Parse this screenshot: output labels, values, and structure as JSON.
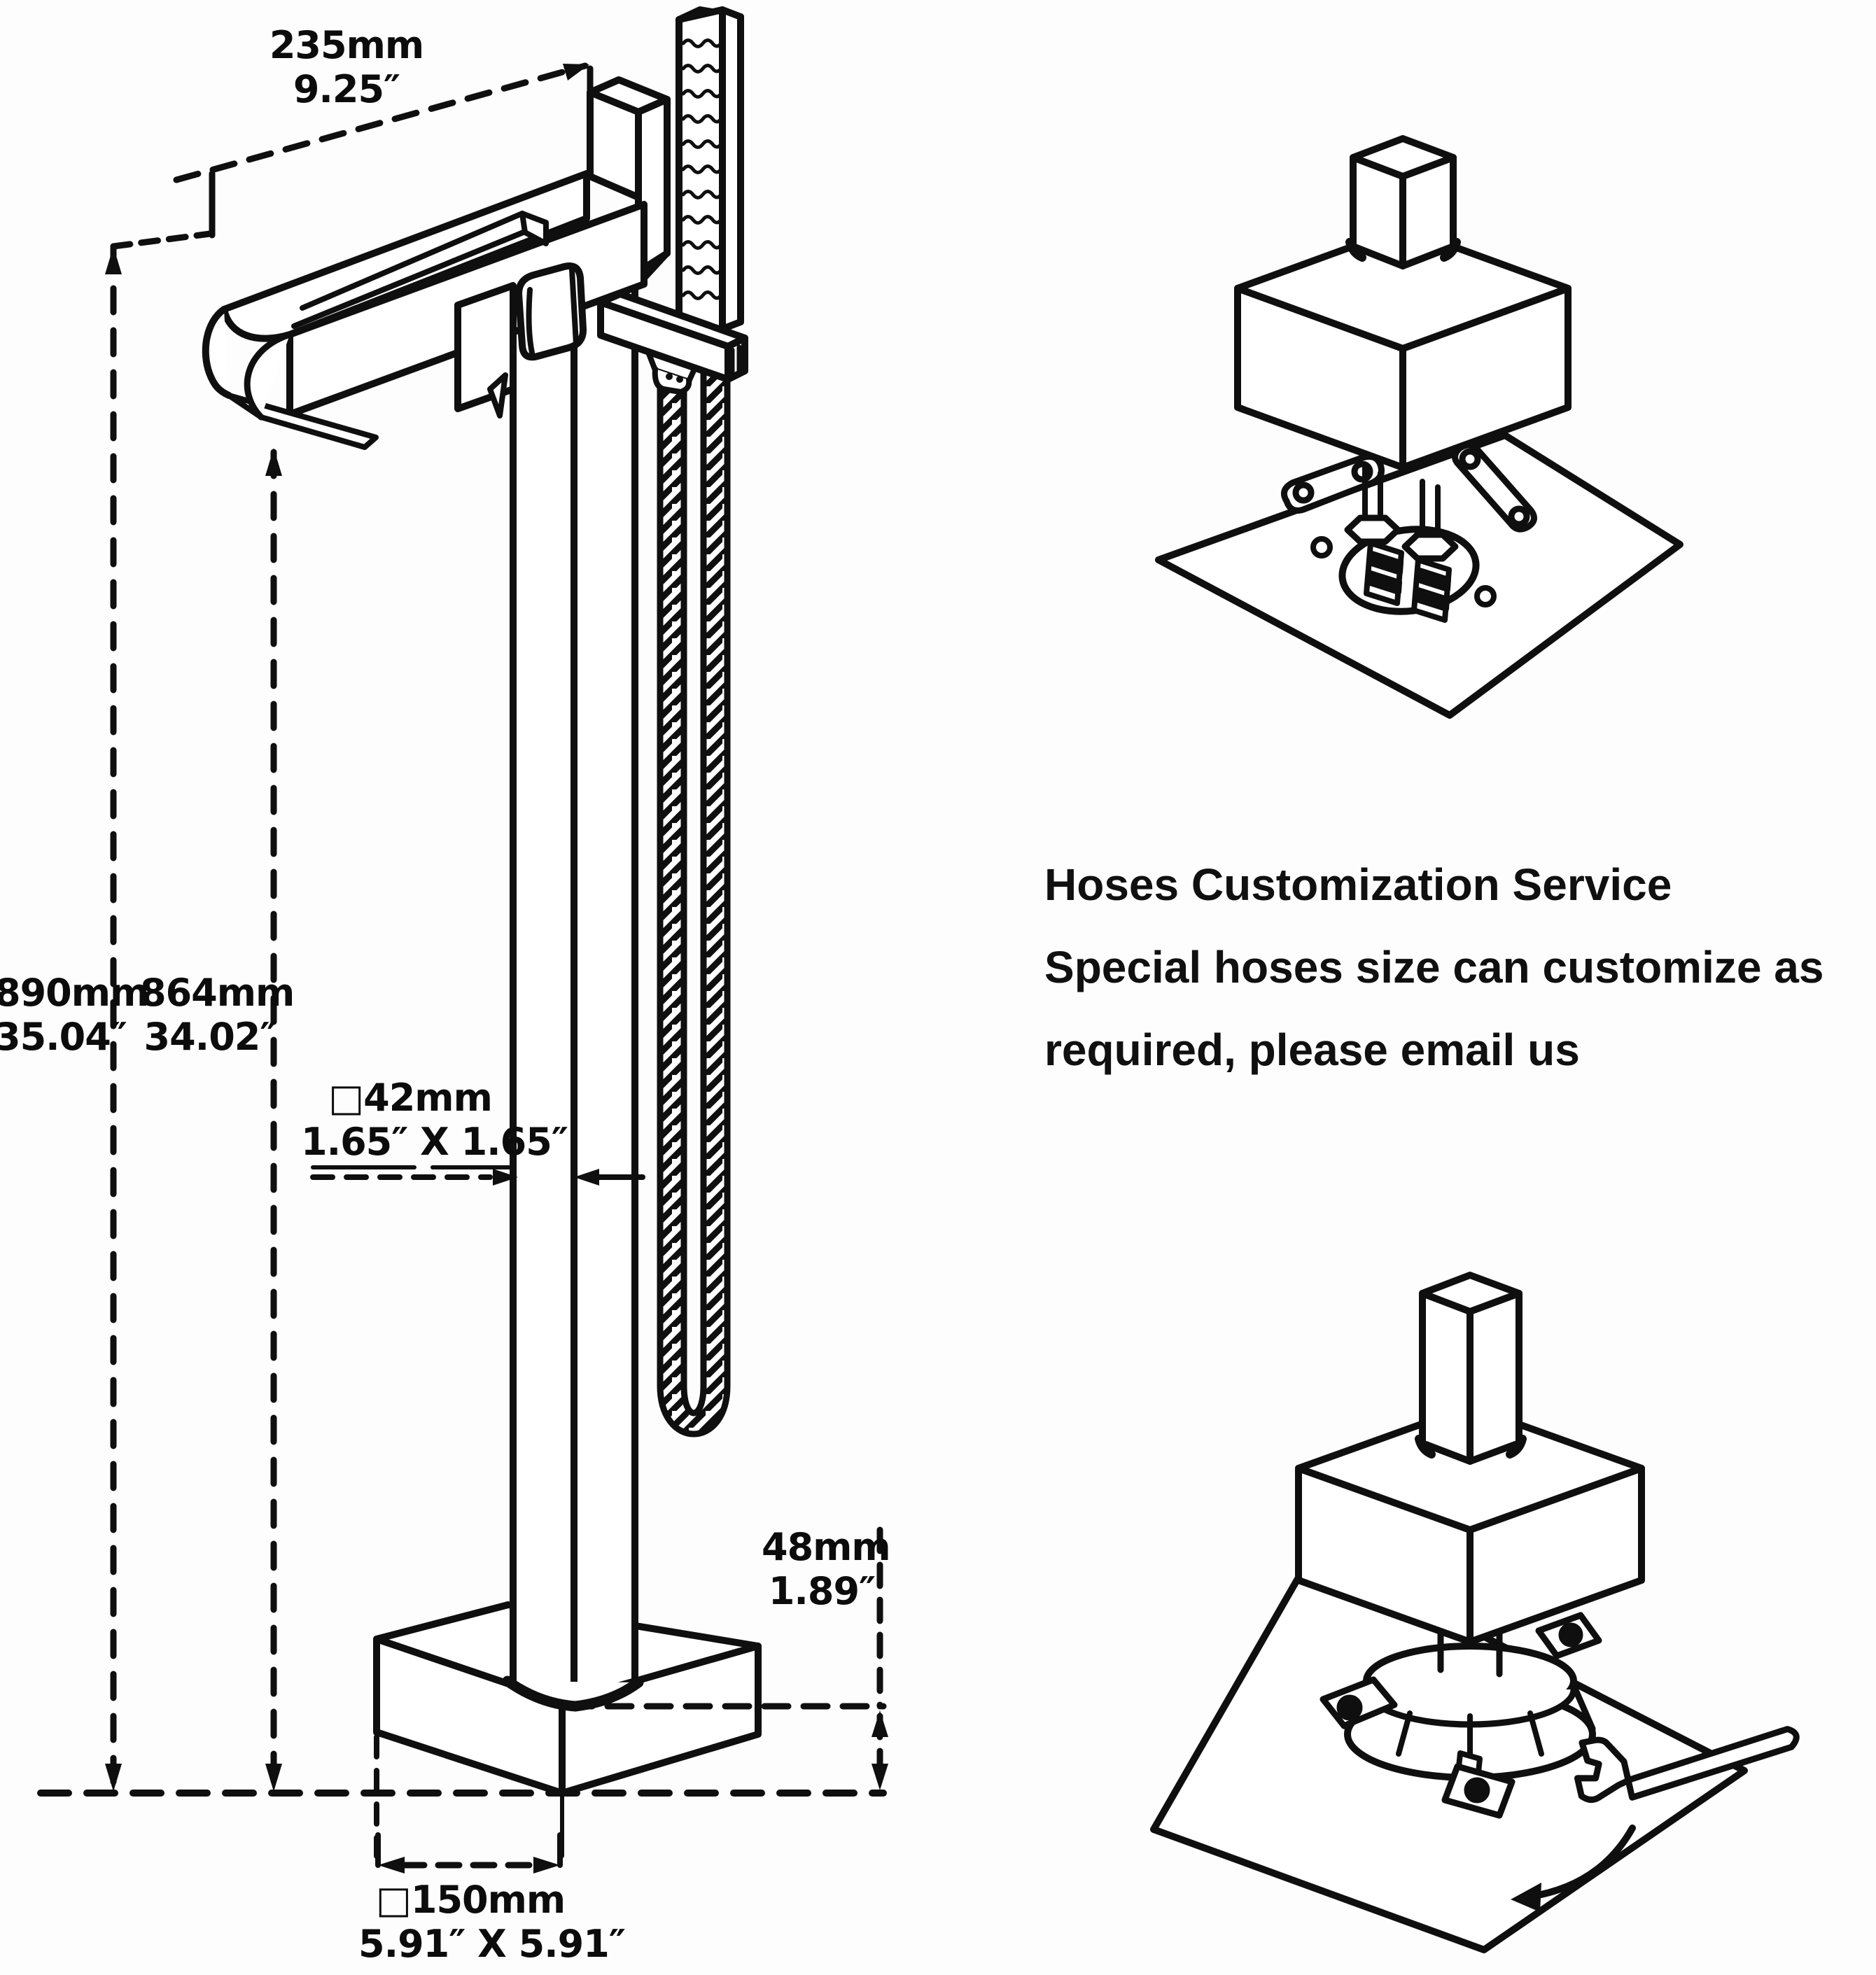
{
  "drawing": {
    "kind": "freestanding-bathtub-faucet-dimension-diagram",
    "ink": "#0f0f0f",
    "paper": "#fdfdfd"
  },
  "dims": {
    "spout_reach": {
      "mm": "235mm",
      "inch": "9.25″"
    },
    "overall_height": {
      "mm": "890mm",
      "inch": "35.04″"
    },
    "spout_height": {
      "mm": "864mm",
      "inch": "34.02″"
    },
    "column_section": {
      "mm": "□42mm",
      "inch": "1.65″ X 1.65″"
    },
    "base_height": {
      "mm": "48mm",
      "inch": "1.89″"
    },
    "base_section": {
      "mm": "□150mm",
      "inch": "5.91″ X  5.91″"
    }
  },
  "note": {
    "line1": "Hoses Customization Service",
    "line2": "Special hoses size can customize as",
    "line3": "required, please email us"
  }
}
